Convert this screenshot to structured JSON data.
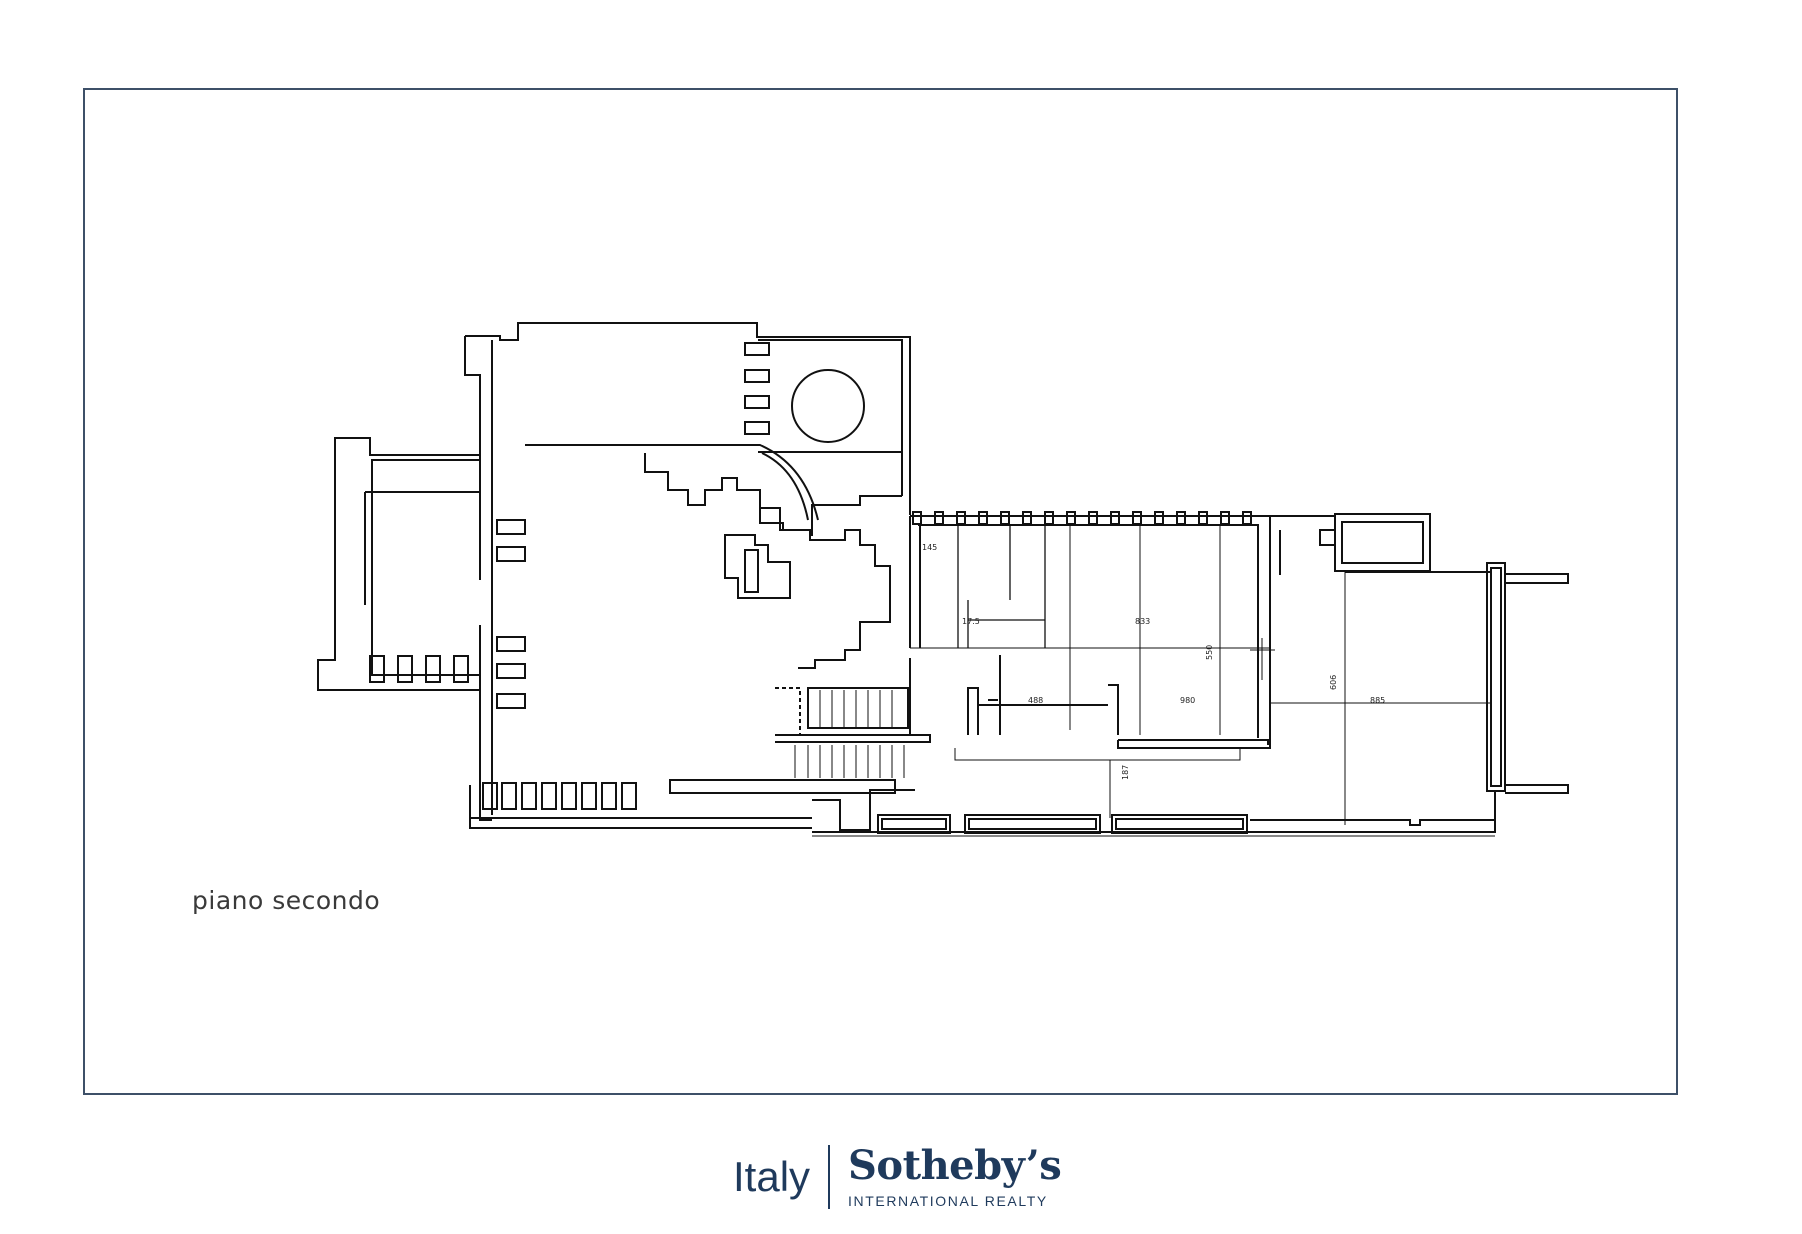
{
  "drawing": {
    "caption": "piano secondo",
    "dimensions": [
      "145",
      "17.5",
      "833",
      "980",
      "885",
      "488",
      "187",
      "550",
      "606"
    ]
  },
  "footer": {
    "logo_left": "Italy",
    "logo_brand": "Sotheby’s",
    "logo_sub": "INTERNATIONAL REALTY",
    "brand_color": "#1f3a5c"
  }
}
